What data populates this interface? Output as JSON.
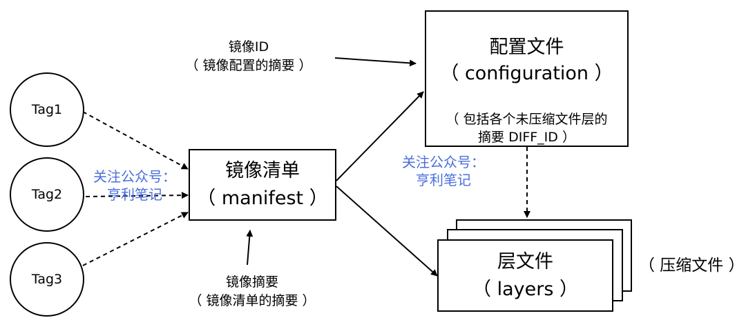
{
  "tags": [
    {
      "label": "Tag1"
    },
    {
      "label": "Tag2"
    },
    {
      "label": "Tag3"
    }
  ],
  "manifest": {
    "title": "镜像清单",
    "subtitle": "（ manifest ）"
  },
  "config": {
    "title": "配置文件",
    "subtitle": "（ configuration ）",
    "note_line1": "（ 包括各个未压缩文件层的",
    "note_line2": "摘要 DIFF_ID ）"
  },
  "layers": {
    "title": "层文件",
    "subtitle": "（ layers ）",
    "side_note": "（ 压缩文件 ）"
  },
  "labels": {
    "image_id_line1": "镜像ID",
    "image_id_line2": "（  镜像配置的摘要 ）",
    "digest_line1": "镜像摘要",
    "digest_line2": "（  镜像清单的摘要 ）"
  },
  "watermarks": [
    {
      "line1": "关注公众号：",
      "line2": "亨利笔记"
    },
    {
      "line1": "关注公众号：",
      "line2": "亨利笔记"
    }
  ],
  "colors": {
    "line": "#000000",
    "watermark": "#4a6fdc"
  }
}
